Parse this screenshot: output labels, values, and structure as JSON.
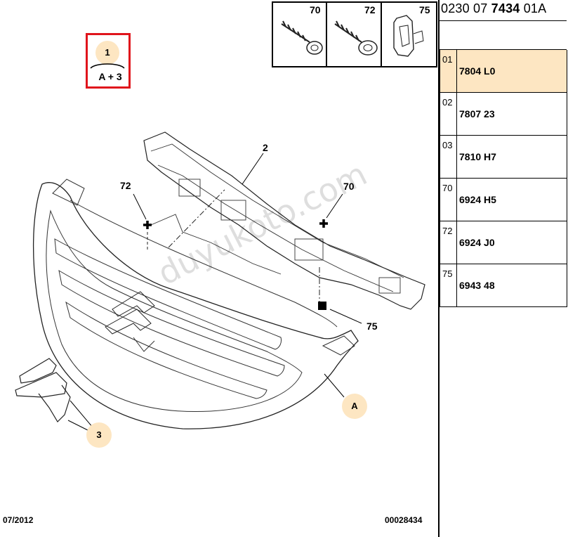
{
  "header": {
    "part_prefix": "0230 07 ",
    "part_bold": "7434",
    "part_suffix": " 01A"
  },
  "parts_table": [
    {
      "index": "01",
      "ref": "7804 L0",
      "selected": true
    },
    {
      "index": "02",
      "ref": "7807 23",
      "selected": false
    },
    {
      "index": "03",
      "ref": "7810 H7",
      "selected": false
    },
    {
      "index": "70",
      "ref": "6924 H5",
      "selected": false
    },
    {
      "index": "72",
      "ref": "6924 J0",
      "selected": false
    },
    {
      "index": "75",
      "ref": "6943 48",
      "selected": false
    }
  ],
  "hardware_box": {
    "label_70": "70",
    "label_72": "72",
    "label_75": "75"
  },
  "callout": {
    "number": "1",
    "formula": "A + 3"
  },
  "diagram_labels": {
    "part_2": "2",
    "screw_72": "72",
    "screw_70": "70",
    "clip_75": "75",
    "bubble_a": "A",
    "bubble_3": "3"
  },
  "footer": {
    "date": "07/2012",
    "code": "00028434"
  },
  "watermark": "duyukoto.com",
  "colors": {
    "highlight_row": "#fde6c2",
    "callout_border": "#e0141c",
    "bubble_fill": "#fde6c2"
  }
}
